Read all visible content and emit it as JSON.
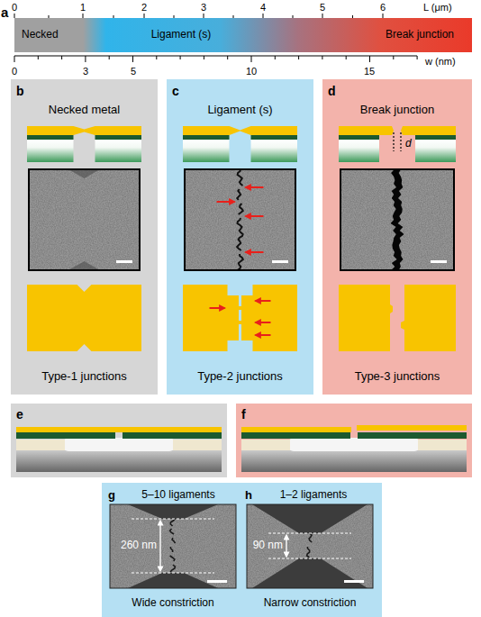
{
  "diagram": {
    "nodes": [
      {
        "text": [
          "Necked",
          "Ligament (s)",
          "Break junction"
        ]
      },
      {
        "text": [
          "b",
          "Necked metal",
          "Type-1 junctions"
        ]
      },
      {
        "text": [
          "c",
          "Ligament (s)",
          "Type-2 junctions"
        ]
      },
      {
        "text": [
          "d",
          "Break junction",
          "d",
          "Type-3 junctions"
        ]
      },
      {
        "text": [
          "e"
        ]
      },
      {
        "text": [
          "f"
        ]
      },
      {
        "text": [
          "g",
          "5–10 ligaments",
          "260 nm",
          "Wide constriction"
        ]
      },
      {
        "text": [
          "h",
          "1–2 ligaments",
          "90 nm",
          "Narrow constriction"
        ]
      }
    ],
    "labels": [
      "a",
      "0",
      "1",
      "2",
      "3",
      "4",
      "5",
      "6",
      "L (μm)",
      "0",
      "3",
      "5",
      "10",
      "15",
      "w (nm)"
    ]
  }
}
